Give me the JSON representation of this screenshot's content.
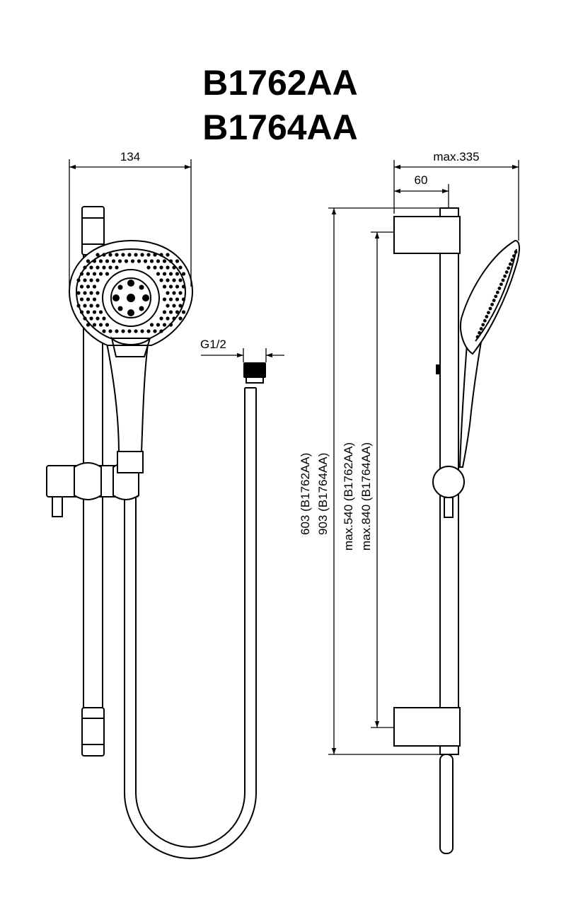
{
  "titles": [
    "B1762AA",
    "B1764AA"
  ],
  "dimensions": {
    "width_head": "134",
    "max_projection": "max.335",
    "wall_offset": "60",
    "connection": "G1/2",
    "rail_length_1": "603 (B1762AA)",
    "rail_length_2": "903 (B1764AA)",
    "slide_range_1": "max.540 (B1762AA)",
    "slide_range_2": "max.840 (B1764AA)"
  },
  "colors": {
    "line": "#000000",
    "background": "#ffffff"
  }
}
